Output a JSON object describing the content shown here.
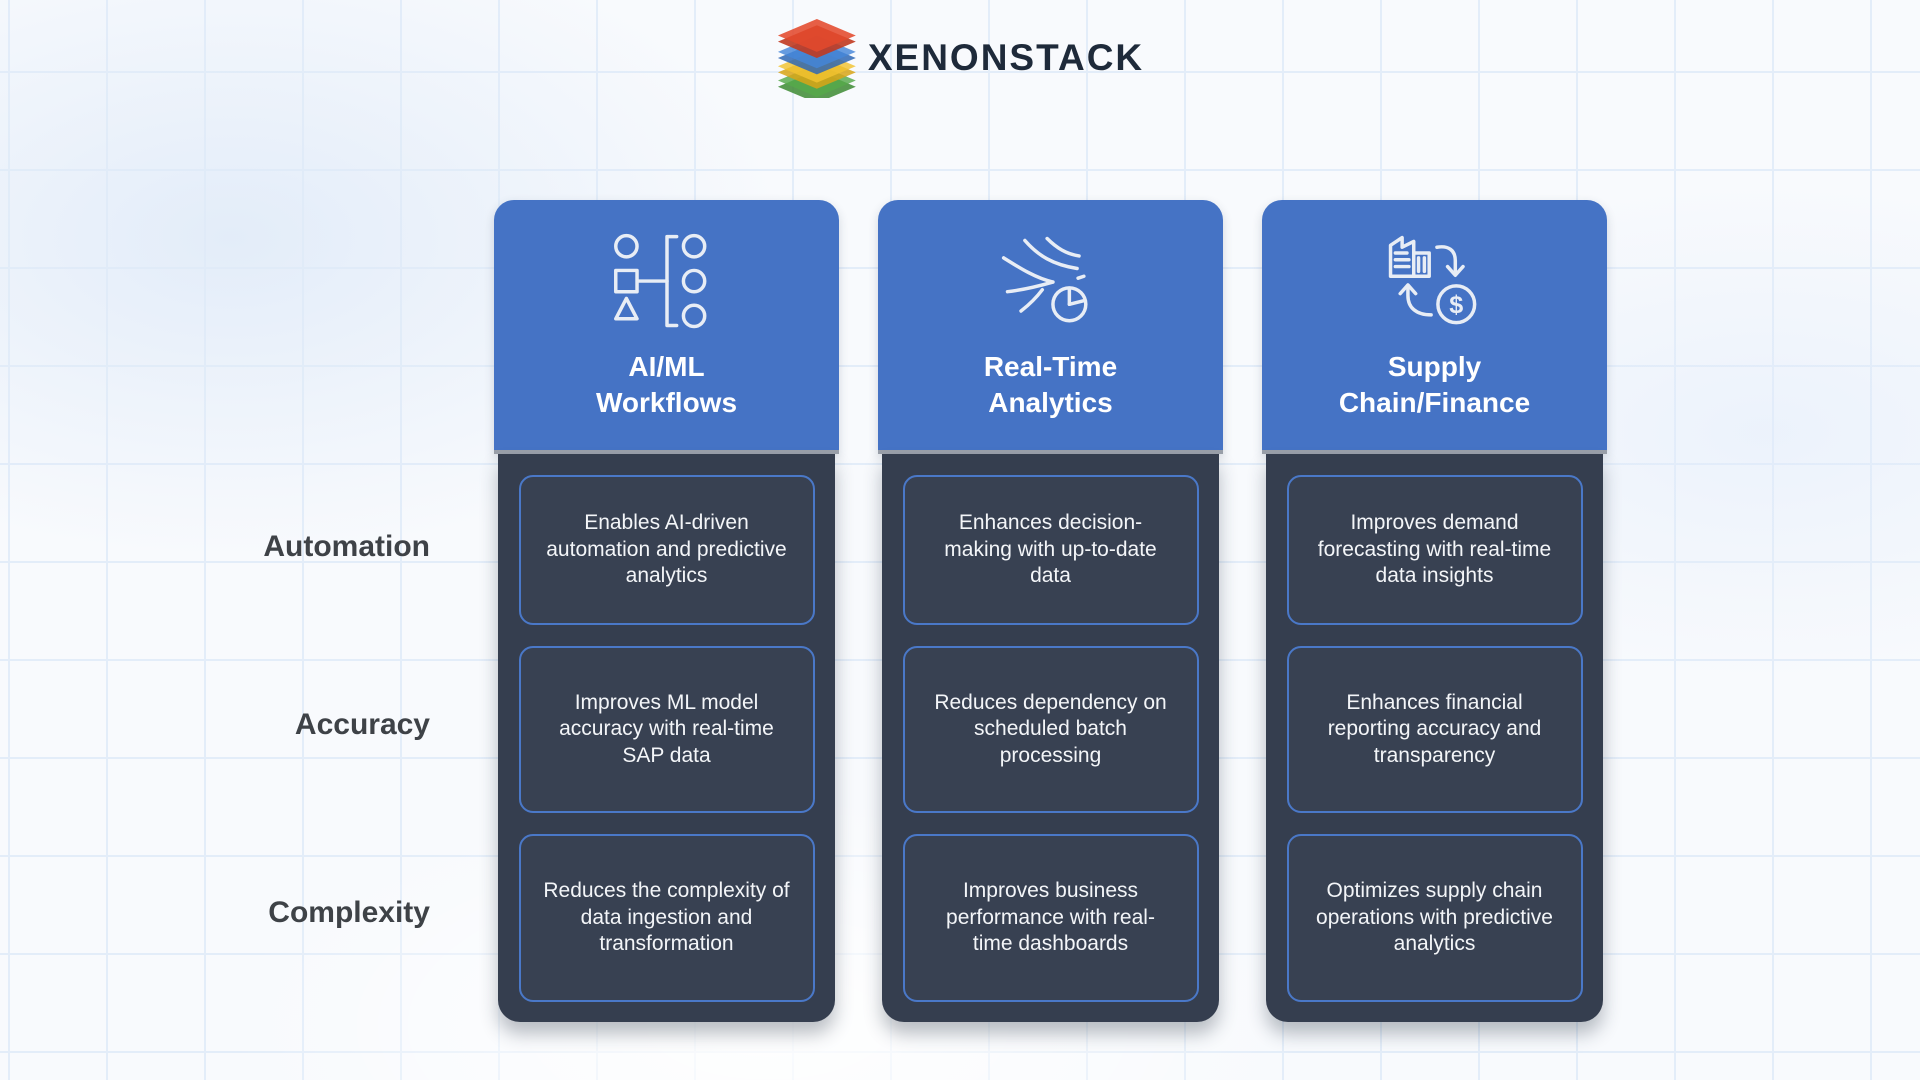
{
  "brand": {
    "name": "XENONSTACK",
    "logo_icon": "xenonstack-layers-icon"
  },
  "matrix": {
    "row_labels": [
      "Automation",
      "Accuracy",
      "Complexity"
    ],
    "columns": [
      {
        "title_lines": [
          "AI/ML",
          "Workflows"
        ],
        "icon": "ml-workflow-icon",
        "cells": [
          "Enables AI-driven automation and predictive analytics",
          "Improves ML model accuracy with real-time SAP data",
          "Reduces the complexity of data ingestion and transformation"
        ]
      },
      {
        "title_lines": [
          "Real-Time",
          "Analytics"
        ],
        "icon": "real-time-analytics-icon",
        "cells": [
          "Enhances decision-making with up-to-date data",
          "Reduces dependency on scheduled batch processing",
          "Improves business performance with real-time dashboards"
        ]
      },
      {
        "title_lines": [
          "Supply",
          "Chain/Finance"
        ],
        "icon": "supply-chain-finance-icon",
        "cells": [
          "Improves demand forecasting with real-time data insights",
          "Enhances financial reporting accuracy and transparency",
          "Optimizes supply chain operations with predictive analytics"
        ]
      }
    ]
  },
  "colors": {
    "header_bg": "#4573c5",
    "body_bg": "#353e4f",
    "cell_border": "#4a78c8",
    "divider": "#9aa0aa",
    "row_label": "#3e4247",
    "brand_text": "#1e2a3a",
    "logo_layers": [
      "#e2492c",
      "#4486d9",
      "#f2c32f",
      "#55aa4b"
    ]
  }
}
